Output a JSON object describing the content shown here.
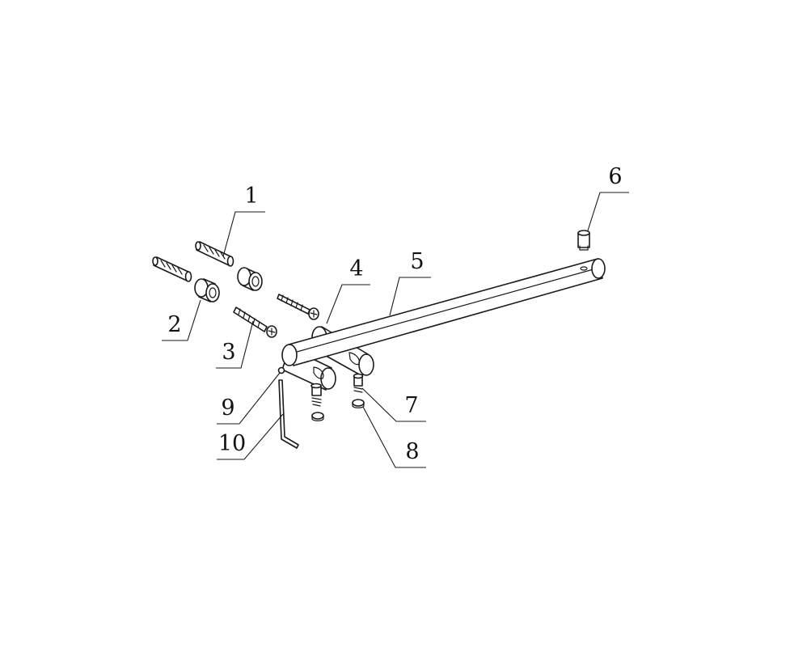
{
  "diagram": {
    "colors": {
      "line": "#1a1a1a",
      "background": "#ffffff"
    },
    "callouts": [
      {
        "id": "1",
        "label": "1"
      },
      {
        "id": "2",
        "label": "2"
      },
      {
        "id": "3",
        "label": "3"
      },
      {
        "id": "4",
        "label": "4"
      },
      {
        "id": "5",
        "label": "5"
      },
      {
        "id": "6",
        "label": "6"
      },
      {
        "id": "7",
        "label": "7"
      },
      {
        "id": "8",
        "label": "8"
      },
      {
        "id": "9",
        "label": "9"
      },
      {
        "id": "10",
        "label": "10"
      }
    ]
  }
}
